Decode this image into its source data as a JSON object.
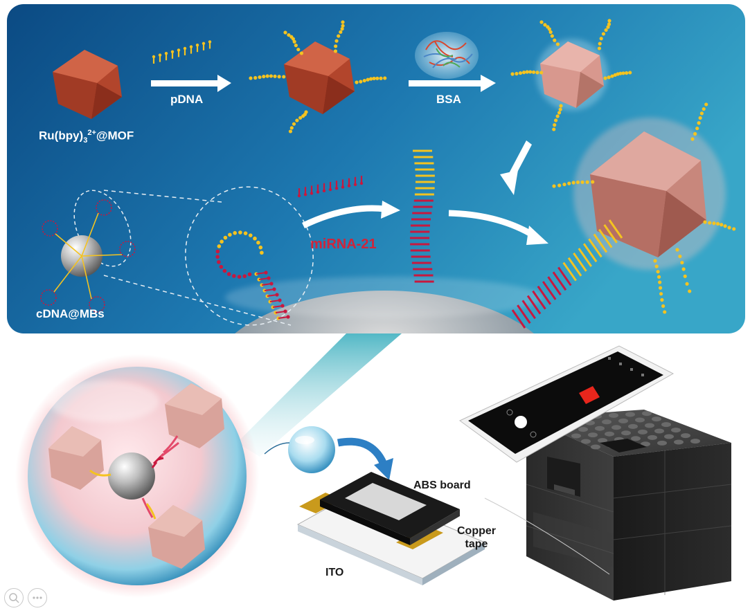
{
  "labels": {
    "mof": "Ru(bpy)",
    "mof_sub": "3",
    "mof_sup": "2+",
    "mof_tail": "@MOF",
    "pdna": "pDNA",
    "bsa": "BSA",
    "mirna": "miRNA-21",
    "cdna": "cDNA@MBs",
    "abs_board": "ABS board",
    "copper_line1": "Copper",
    "copper_line2": "tape",
    "ito": "ITO"
  },
  "colors": {
    "panel_dark": "#0c4d86",
    "panel_light": "#2f9dc6",
    "mof": "#b2452c",
    "mof_light": "#d8988e",
    "dna_yellow": "#f4c320",
    "dna_red": "#c8183e",
    "bead": "#bdbdbd",
    "copper": "#c99a1c"
  },
  "viewer_controls": [
    {
      "name": "zoom-icon"
    },
    {
      "name": "more-options-icon"
    }
  ]
}
